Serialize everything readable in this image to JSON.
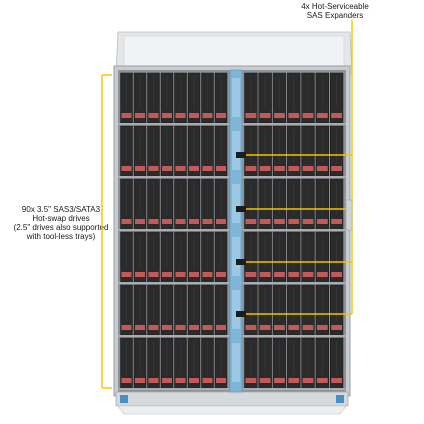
{
  "annotations": {
    "expanders": {
      "lines": [
        "4x Hot-Serviceable",
        "SAS Expanders"
      ]
    },
    "drives": {
      "lines": [
        "90x 3.5\" SAS3/SATA3",
        "Hot-swap drives",
        "(2.5\" drives also supported",
        "with tool-less trays)"
      ]
    }
  },
  "chassis": {
    "drive_rows": 6,
    "drives_per_row": 15,
    "expander_count": 4
  },
  "colors": {
    "callout_line": "#f2c500",
    "drive_body": "#2b2b2b",
    "drive_led": "#c25a5a",
    "center_rail": "#7fb6d8",
    "chassis_frame": "#c8ccd0"
  }
}
